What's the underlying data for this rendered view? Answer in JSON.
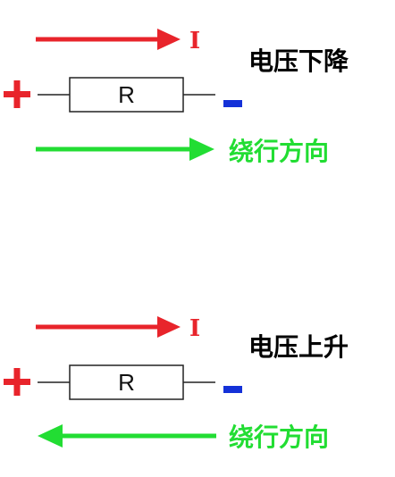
{
  "colors": {
    "current_arrow": "#e8242b",
    "direction_arrow": "#22dd33",
    "plus": "#e8242b",
    "minus": "#1431d8",
    "wire": "#222222",
    "title_text": "#000000"
  },
  "panels": [
    {
      "title": "电压下降",
      "current_label": "I",
      "resistor_label": "R",
      "plus_symbol": "+",
      "minus_symbol": "-",
      "direction_label": "绕行方向",
      "direction_arrow_points": "right"
    },
    {
      "title": "电压上升",
      "current_label": "I",
      "resistor_label": "R",
      "plus_symbol": "+",
      "minus_symbol": "-",
      "direction_label": "绕行方向",
      "direction_arrow_points": "left"
    }
  ]
}
